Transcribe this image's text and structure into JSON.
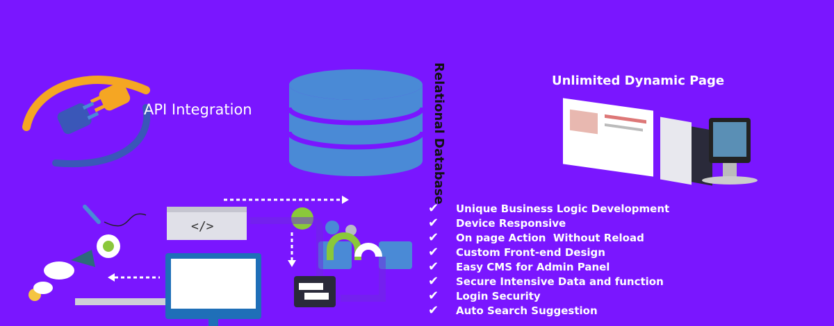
{
  "api": {
    "label": "API Integration"
  },
  "database": {
    "label": "Relational Database"
  },
  "dynamic": {
    "title": "Unlimited Dynamic Page"
  },
  "features": [
    "Unique Business Logic Development",
    "Device Responsive",
    "On page Action  Without Reload",
    "Custom Front-end Design",
    "Easy CMS for Admin Panel",
    "Secure Intensive Data and function",
    "Login Security",
    "Auto Search Suggestion"
  ],
  "colors": {
    "background": "#7a16ff",
    "db_blue": "#4a8ad6",
    "plug_orange": "#f5a623",
    "plug_blue": "#4a8ad6"
  }
}
